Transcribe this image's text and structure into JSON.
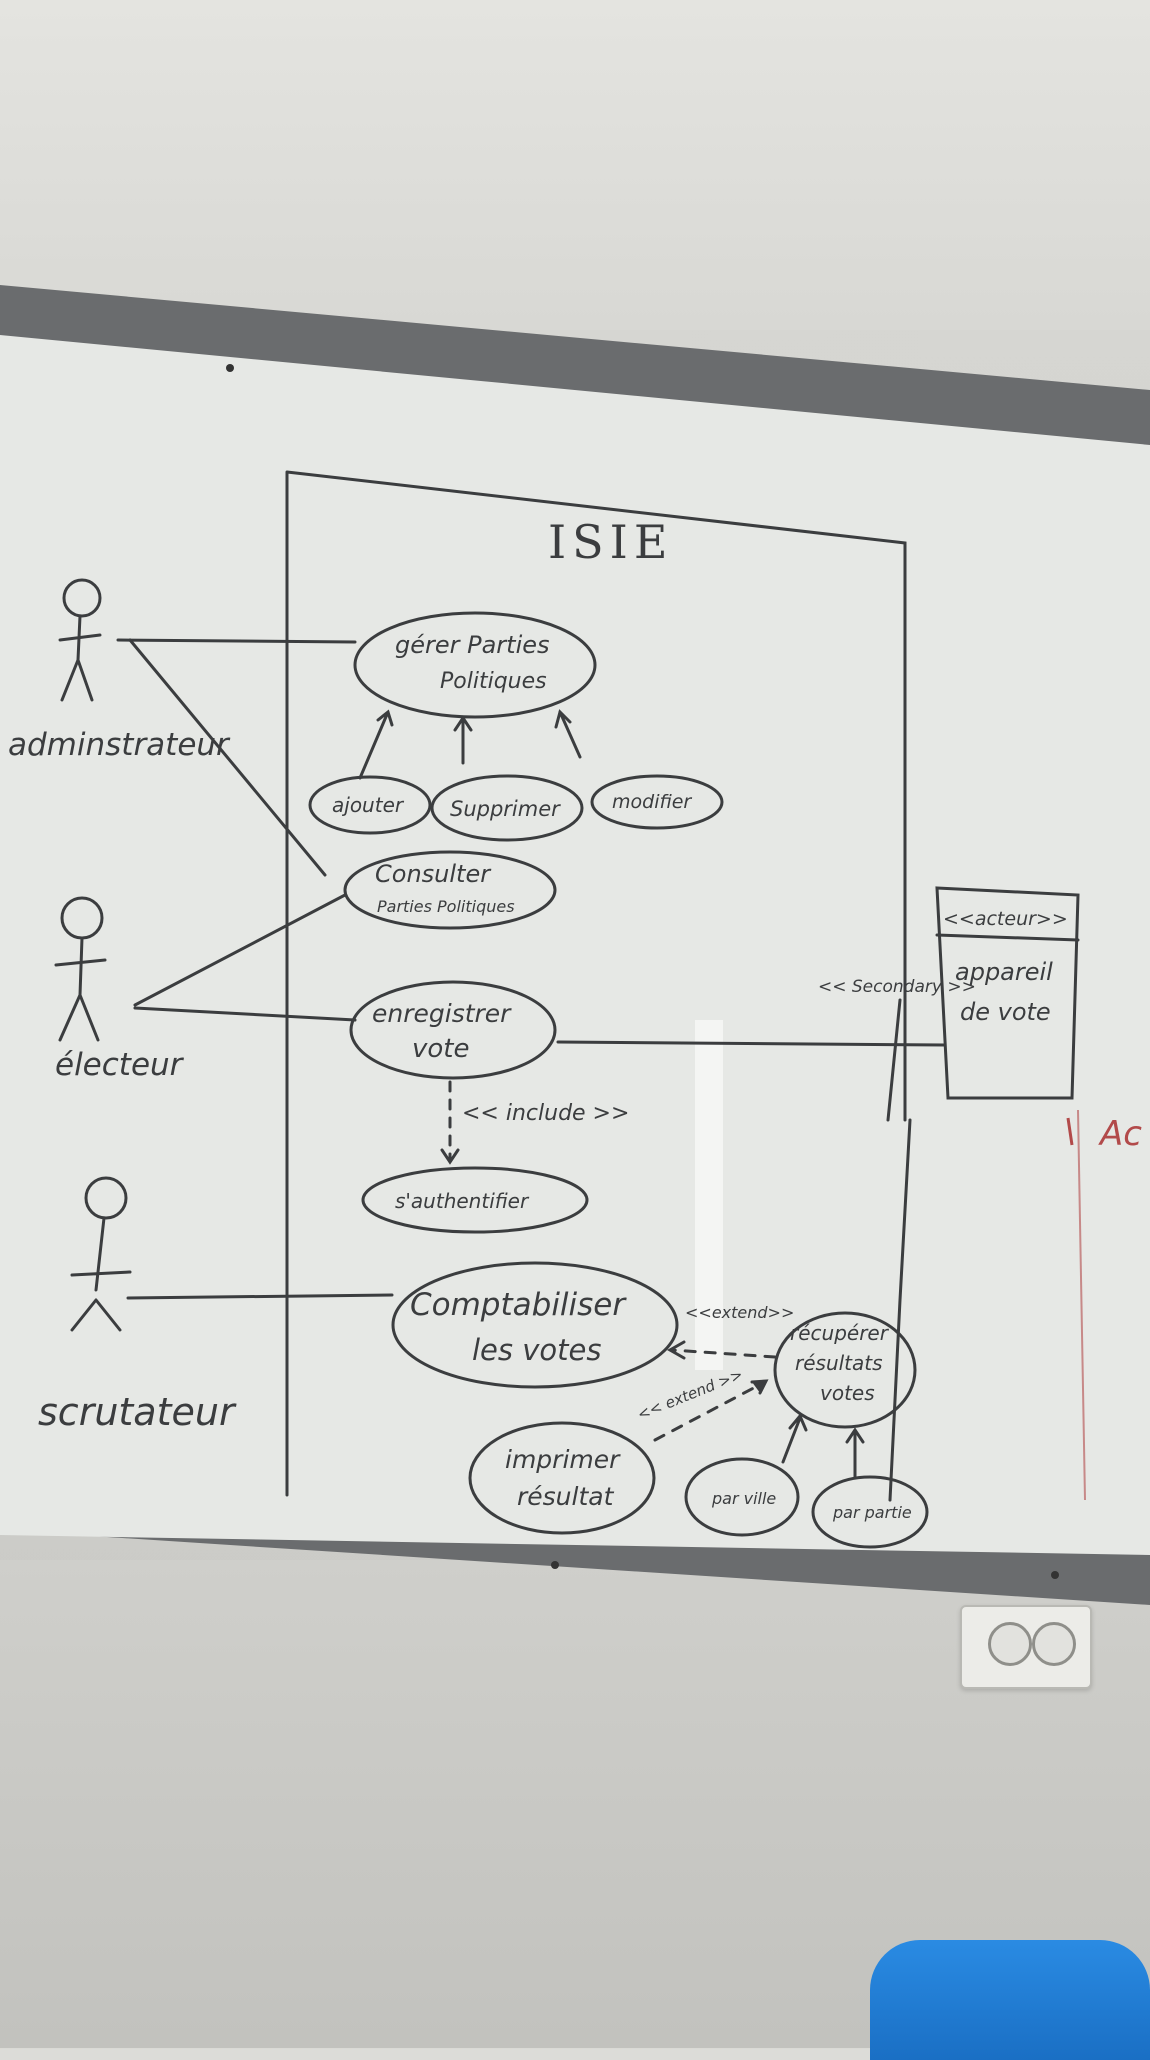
{
  "diagram": {
    "system_name": "ISIE",
    "actors": [
      {
        "id": "admin",
        "label": "adminstrateur"
      },
      {
        "id": "elector",
        "label": "électeur"
      },
      {
        "id": "scrutateur",
        "label": "scrutateur"
      },
      {
        "id": "device",
        "stereotype": "<<acteur>>",
        "label_line1": "appareil",
        "label_line2": "de vote"
      }
    ],
    "use_cases": {
      "gerer": {
        "line1": "gérer Parties",
        "line2": "Politiques"
      },
      "ajouter": {
        "line1": "ajouter"
      },
      "supprimer": {
        "line1": "Supprimer"
      },
      "modifier": {
        "line1": "modifier"
      },
      "consulter": {
        "line1": "Consulter",
        "line2": "Parties Politiques"
      },
      "enregistrer": {
        "line1": "enregistrer",
        "line2": "vote"
      },
      "authentifier": {
        "line1": "s'authentifier"
      },
      "comptabiliser": {
        "line1": "Comptabiliser",
        "line2": "les votes"
      },
      "recuperer": {
        "line1": "récupérer",
        "line2": "résultats",
        "line3": "votes"
      },
      "imprimer": {
        "line1": "imprimer",
        "line2": "résultat"
      },
      "par_ville": {
        "line1": "par ville"
      },
      "par_partie": {
        "line1": "par partie"
      }
    },
    "relations": {
      "include": "<< include >>",
      "extend_1": "<<extend>>",
      "extend_2": "<< extend >>",
      "stereotype_device": "<< Secondary >>"
    },
    "side_note": "Ac"
  },
  "colors": {
    "board": "#e9ebe8",
    "frame": "#5f6163",
    "marker": "#3b3d3f",
    "red_marker": "#b24a4a"
  }
}
